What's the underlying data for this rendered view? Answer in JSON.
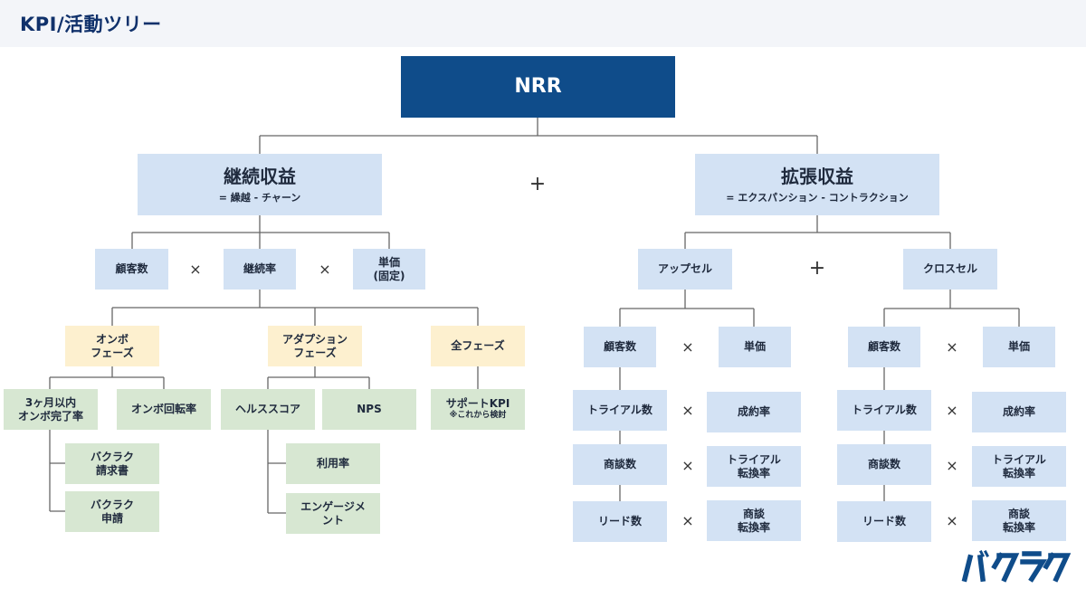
{
  "header": {
    "title": "KPI/活動ツリー"
  },
  "tree": {
    "root": "NRR",
    "continuing": {
      "title": "継続収益",
      "formula": "= 繰越 - チャーン"
    },
    "expansion": {
      "title": "拡張収益",
      "formula": "= エクスパンション - コントラクション"
    },
    "left_factors": [
      "顧客数",
      "継続率",
      "単価",
      "(固定)"
    ],
    "phases": [
      "オンボ",
      "フェーズ",
      "アダプション",
      "フェーズ",
      "全フェーズ"
    ],
    "onbo_kpis": [
      "3ヶ月以内",
      "オンボ完了率",
      "オンボ回転率"
    ],
    "bakuraku_items": [
      "バクラク",
      "請求書",
      "バクラク",
      "申請"
    ],
    "adoption_kpis": [
      "ヘルススコア",
      "NPS"
    ],
    "adoption_sub": [
      "利用率",
      "エンゲージメ",
      "ント"
    ],
    "support": [
      "サポートKPI",
      "※これから検討"
    ],
    "right_factors": [
      "アップセル",
      "クロスセル"
    ],
    "right_grid": {
      "customers": "顧客数",
      "unit_price": "単価",
      "trial_count": "トライアル数",
      "close_rate": "成約率",
      "deal_count": "商談数",
      "trial_conv": [
        "トライアル",
        "転換率"
      ],
      "lead_count": "リード数",
      "deal_conv": [
        "商談",
        "転換率"
      ]
    }
  },
  "operators": {
    "plus": "+",
    "times": "×"
  },
  "brand": {
    "logo": "バクラク",
    "primary": "#0f4c8a",
    "title_color": "#10316b",
    "blue_box": "#d3e2f4",
    "yellow_box": "#fdf0cf",
    "green_box": "#d7e7d2"
  }
}
